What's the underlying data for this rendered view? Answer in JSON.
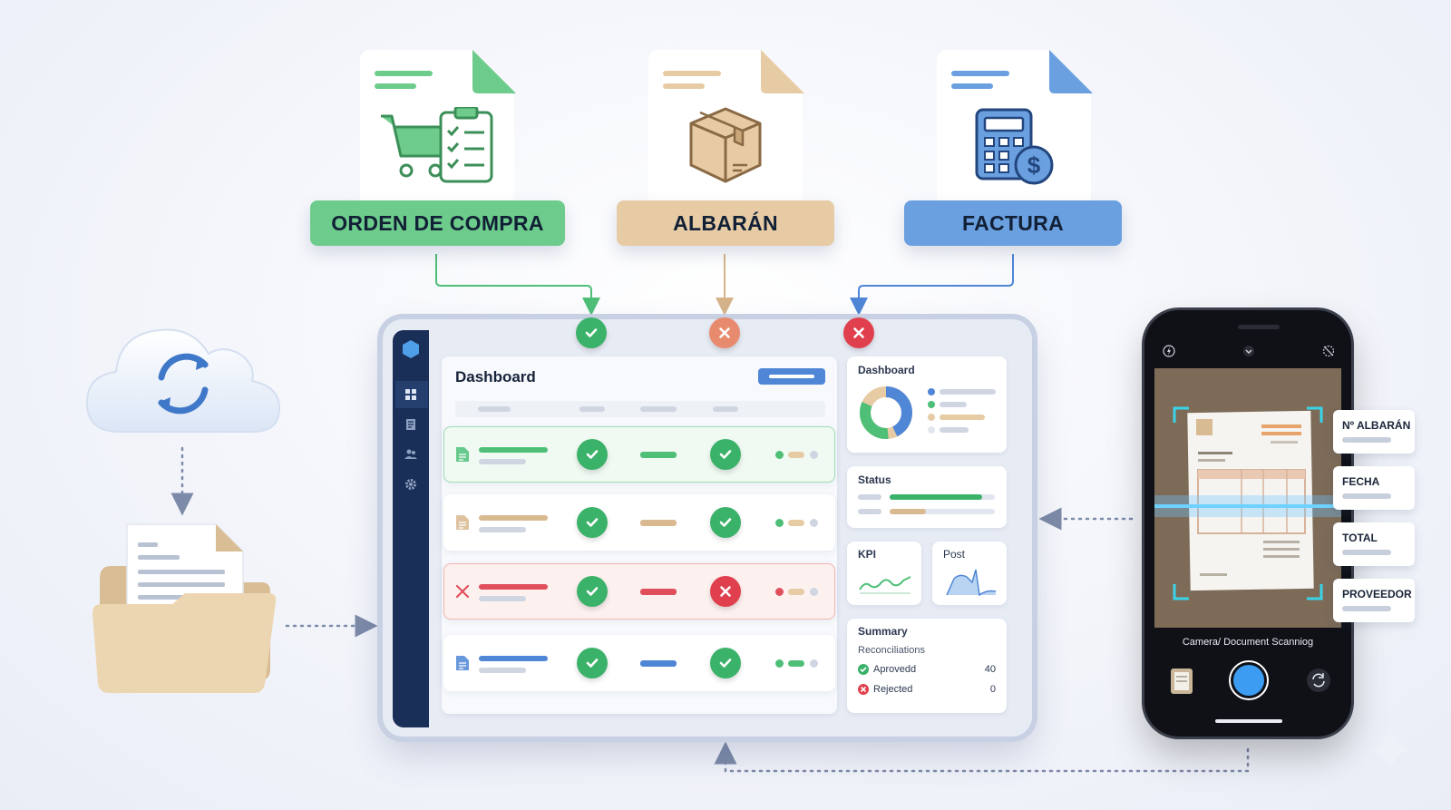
{
  "documents": [
    {
      "label": "ORDEN DE COMPRA",
      "icon": "shopping-cart-checklist-icon",
      "color": "#6dcc8c",
      "status": "approved"
    },
    {
      "label": "ALBARÁN",
      "icon": "package-box-icon",
      "color": "#e6cba5",
      "status": "rejected-soft"
    },
    {
      "label": "FACTURA",
      "icon": "calculator-dollar-icon",
      "color": "#6a9fe0",
      "status": "rejected"
    }
  ],
  "source": {
    "cloud_icon": "cloud-sync-icon",
    "folder_icon": "folder-documents-icon"
  },
  "dashboard": {
    "title": "Dashboard",
    "rows": [
      {
        "doc_icon": "document-green-icon",
        "tone": "green",
        "check1": "ok",
        "check2": "ok"
      },
      {
        "doc_icon": "document-tan-icon",
        "tone": "tan",
        "check1": "ok",
        "check2": "ok"
      },
      {
        "doc_icon": "close-icon",
        "tone": "red",
        "check1": "ok",
        "check2": "error"
      },
      {
        "doc_icon": "document-blue-icon",
        "tone": "blue",
        "check1": "ok",
        "check2": "ok"
      }
    ],
    "widgets": {
      "dashboard_title": "Dashboard",
      "status_title": "Status",
      "kpi_title": "KPI",
      "post_title": "Post",
      "summary": {
        "title": "Summary",
        "subtitle": "Reconciliations",
        "approved_label": "Aprovedd",
        "approved_value": "40",
        "rejected_label": "Rejected",
        "rejected_value": "0"
      }
    }
  },
  "phone": {
    "caption": "Camera/ Document Scanniog",
    "fields": [
      "Nº ALBARÁN",
      "FECHA",
      "TOTAL",
      "PROVEEDOR"
    ]
  },
  "colors": {
    "green": "#3bb26a",
    "red": "#e0404d",
    "tan": "#d9b98f",
    "blue": "#4f86d6",
    "navy": "#1a2f57"
  }
}
